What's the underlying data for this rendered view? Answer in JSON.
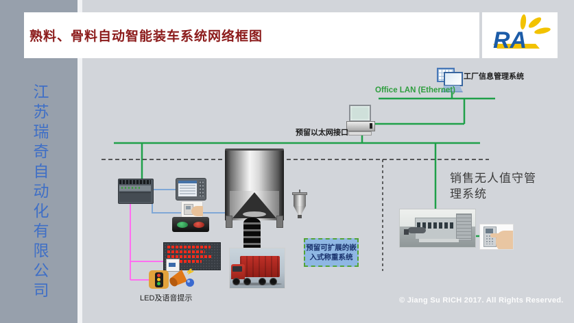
{
  "slide": {
    "title": "熟料、骨料自动智能装车系统网络框图",
    "company_vertical": "江苏瑞奇自动化有限公司",
    "copyright": "© Jiang Su RICH  2017. All Rights Reserved."
  },
  "logo": {
    "name": "RA"
  },
  "network": {
    "factory_info_label": "工厂信息管理系统",
    "office_lan_label": "Office LAN (Ethernet)",
    "reserved_ethernet_label": "预留以太网接口",
    "weighing_label": "预留可扩展的嵌入式称重系统",
    "unattended_label": "销售无人值守管理系统",
    "led_voice_label": "LED及语音提示"
  },
  "colors": {
    "lan_green": "#1FA049",
    "magenta_line": "#FF6EF0",
    "blue_line": "#7FA7D6",
    "title_red": "#8B1A1A",
    "sidebar_bg": "#97A0AC",
    "sidebar_text_blue": "#3F6FC6",
    "weigh_box_bg": "#8FB7E3",
    "logo_blue": "#1C5CA8",
    "logo_yellow": "#F2C200"
  }
}
